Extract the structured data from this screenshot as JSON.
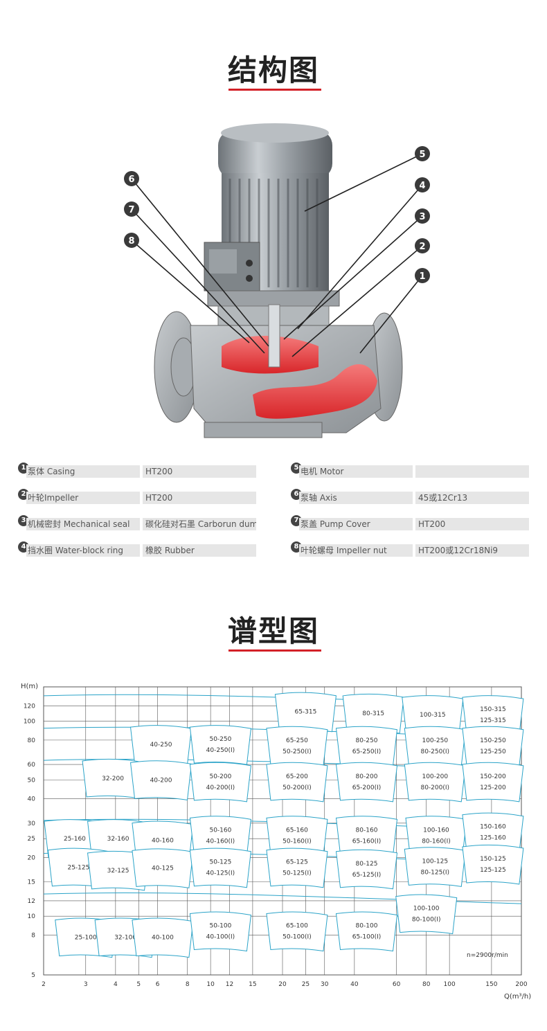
{
  "structure": {
    "title": "结构图"
  },
  "callouts": [
    "1",
    "2",
    "3",
    "4",
    "5",
    "6",
    "7",
    "8"
  ],
  "parts": [
    {
      "num": "1",
      "label": "泵体 Casing",
      "value": "HT200"
    },
    {
      "num": "2",
      "label": "叶轮Impeller",
      "value": "HT200"
    },
    {
      "num": "3",
      "label": "机械密封 Mechanical seal",
      "value": "碳化硅对石墨 Carborun dum"
    },
    {
      "num": "4",
      "label": "挡水圈 Water-block ring",
      "value": "橡胶 Rubber"
    },
    {
      "num": "5",
      "label": "电机 Motor",
      "value": ""
    },
    {
      "num": "6",
      "label": "泵轴 Axis",
      "value": "45或12Cr13"
    },
    {
      "num": "7",
      "label": "泵盖 Pump Cover",
      "value": "HT200"
    },
    {
      "num": "8",
      "label": "叶轮螺母 Impeller nut",
      "value": "HT200或12Cr18Ni9"
    }
  ],
  "spectrum": {
    "title": "谱型图"
  },
  "colors": {
    "accent": "#d32027",
    "line": "#2aa3c8",
    "grid": "#555555"
  },
  "chart_data": {
    "type": "diagram",
    "ylabel": "H(m)",
    "xlabel": "Q(m³/h)",
    "x_scale": "log",
    "y_scale": "log",
    "xlim": [
      2,
      200
    ],
    "ylim": [
      5,
      150
    ],
    "x_ticks": [
      2,
      3,
      4,
      5,
      6,
      8,
      10,
      12,
      15,
      20,
      25,
      30,
      40,
      60,
      80,
      100,
      150,
      200
    ],
    "y_ticks": [
      5,
      8,
      10,
      12,
      15,
      20,
      25,
      30,
      40,
      50,
      60,
      80,
      100,
      120
    ],
    "note": "n=2900r/min",
    "regions": [
      {
        "labels": [
          "65-315"
        ],
        "q": 25,
        "h": 112
      },
      {
        "labels": [
          "80-315"
        ],
        "q": 48,
        "h": 110
      },
      {
        "labels": [
          "100-315"
        ],
        "q": 85,
        "h": 108
      },
      {
        "labels": [
          "150-315",
          "125-315"
        ],
        "q": 152,
        "h": 108
      },
      {
        "labels": [
          "40-250"
        ],
        "q": 6.2,
        "h": 76
      },
      {
        "labels": [
          "50-250",
          "40-250(I)"
        ],
        "q": 11,
        "h": 76
      },
      {
        "labels": [
          "65-250",
          "50-250(I)"
        ],
        "q": 23,
        "h": 75
      },
      {
        "labels": [
          "80-250",
          "65-250(I)"
        ],
        "q": 45,
        "h": 75
      },
      {
        "labels": [
          "100-250",
          "80-250(I)"
        ],
        "q": 87,
        "h": 75
      },
      {
        "labels": [
          "150-250",
          "125-250"
        ],
        "q": 152,
        "h": 75
      },
      {
        "labels": [
          "32-200"
        ],
        "q": 3.9,
        "h": 51
      },
      {
        "labels": [
          "40-200"
        ],
        "q": 6.2,
        "h": 50
      },
      {
        "labels": [
          "50-200",
          "40-200(I)"
        ],
        "q": 11,
        "h": 49
      },
      {
        "labels": [
          "65-200",
          "50-200(I)"
        ],
        "q": 23,
        "h": 49
      },
      {
        "labels": [
          "80-200",
          "65-200(I)"
        ],
        "q": 45,
        "h": 49
      },
      {
        "labels": [
          "100-200",
          "80-200(I)"
        ],
        "q": 87,
        "h": 49
      },
      {
        "labels": [
          "150-200",
          "125-200"
        ],
        "q": 152,
        "h": 49
      },
      {
        "labels": [
          "25-160"
        ],
        "q": 2.7,
        "h": 25
      },
      {
        "labels": [
          "32-160"
        ],
        "q": 4.1,
        "h": 25
      },
      {
        "labels": [
          "40-160"
        ],
        "q": 6.3,
        "h": 24.5
      },
      {
        "labels": [
          "50-160",
          "40-160(I)"
        ],
        "q": 11,
        "h": 26
      },
      {
        "labels": [
          "65-160",
          "50-160(I)"
        ],
        "q": 23,
        "h": 26
      },
      {
        "labels": [
          "80-160",
          "65-160(I)"
        ],
        "q": 45,
        "h": 26
      },
      {
        "labels": [
          "100-160",
          "80-160(I)"
        ],
        "q": 88,
        "h": 26
      },
      {
        "labels": [
          "150-160",
          "125-160"
        ],
        "q": 152,
        "h": 27
      },
      {
        "labels": [
          "25-125"
        ],
        "q": 2.8,
        "h": 17.8
      },
      {
        "labels": [
          "32-125"
        ],
        "q": 4.1,
        "h": 17.2
      },
      {
        "labels": [
          "40-125"
        ],
        "q": 6.3,
        "h": 17.7
      },
      {
        "labels": [
          "50-125",
          "40-125(I)"
        ],
        "q": 11,
        "h": 17.8
      },
      {
        "labels": [
          "65-125",
          "50-125(I)"
        ],
        "q": 23,
        "h": 17.8
      },
      {
        "labels": [
          "80-125",
          "65-125(I)"
        ],
        "q": 45,
        "h": 17.5
      },
      {
        "labels": [
          "100-125",
          "80-125(I)"
        ],
        "q": 87,
        "h": 18
      },
      {
        "labels": [
          "150-125",
          "125-125"
        ],
        "q": 152,
        "h": 18.5
      },
      {
        "labels": [
          "25-100"
        ],
        "q": 3.0,
        "h": 7.8
      },
      {
        "labels": [
          "32-100"
        ],
        "q": 4.4,
        "h": 7.8
      },
      {
        "labels": [
          "40-100"
        ],
        "q": 6.3,
        "h": 7.8
      },
      {
        "labels": [
          "50-100",
          "40-100(I)"
        ],
        "q": 11,
        "h": 8.4
      },
      {
        "labels": [
          "65-100",
          "50-100(I)"
        ],
        "q": 23,
        "h": 8.4
      },
      {
        "labels": [
          "80-100",
          "65-100(I)"
        ],
        "q": 45,
        "h": 8.4
      },
      {
        "labels": [
          "100-100",
          "80-100(I)"
        ],
        "q": 80,
        "h": 10.3
      }
    ]
  }
}
